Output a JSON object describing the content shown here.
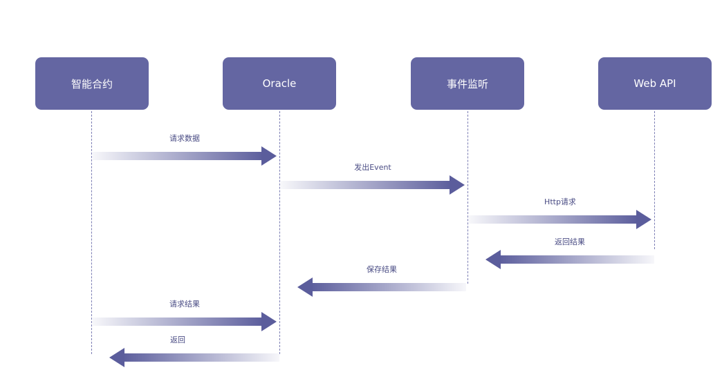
{
  "actors": [
    {
      "label": "智能合约"
    },
    {
      "label": "Oracle"
    },
    {
      "label": "事件监听"
    },
    {
      "label": "Web API"
    }
  ],
  "messages": [
    {
      "label": "请求数据",
      "from": 0,
      "to": 1
    },
    {
      "label": "发出Event",
      "from": 1,
      "to": 2
    },
    {
      "label": "Http请求",
      "from": 2,
      "to": 3
    },
    {
      "label": "返回结果",
      "from": 3,
      "to": 2
    },
    {
      "label": "保存结果",
      "from": 2,
      "to": 1
    },
    {
      "label": "请求结果",
      "from": 0,
      "to": 1
    },
    {
      "label": "返回",
      "from": 1,
      "to": 0
    }
  ],
  "colors": {
    "actor_fill": "#6466a2",
    "arrow": "#5b5d9c",
    "lifeline": "#7a7cb3"
  }
}
